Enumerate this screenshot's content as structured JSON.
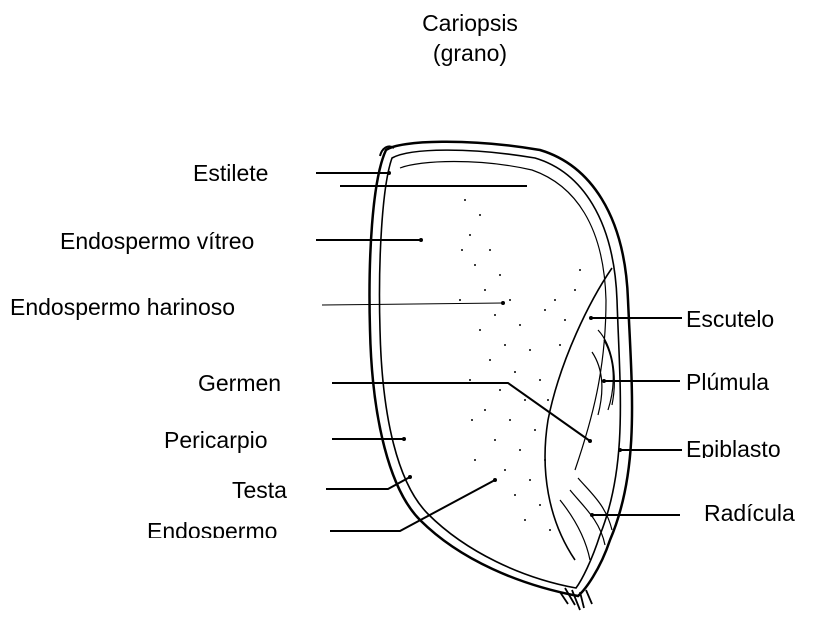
{
  "title": {
    "line1": "Cariopsis",
    "line2": "(grano)"
  },
  "labels": {
    "estilete": "Estilete",
    "endospermo_vitreo": "Endospermo vítreo",
    "endospermo_harinoso": "Endospermo harinoso",
    "germen": "Germen",
    "pericarpio": "Pericarpio",
    "testa": "Testa",
    "endospermo": "Endospermo",
    "escutelo": "Escutelo",
    "plumula": "Plúmula",
    "epiblasto": "Epiblasto",
    "radicula": "Radícula"
  },
  "colors": {
    "ink": "#000000",
    "background": "#ffffff"
  }
}
